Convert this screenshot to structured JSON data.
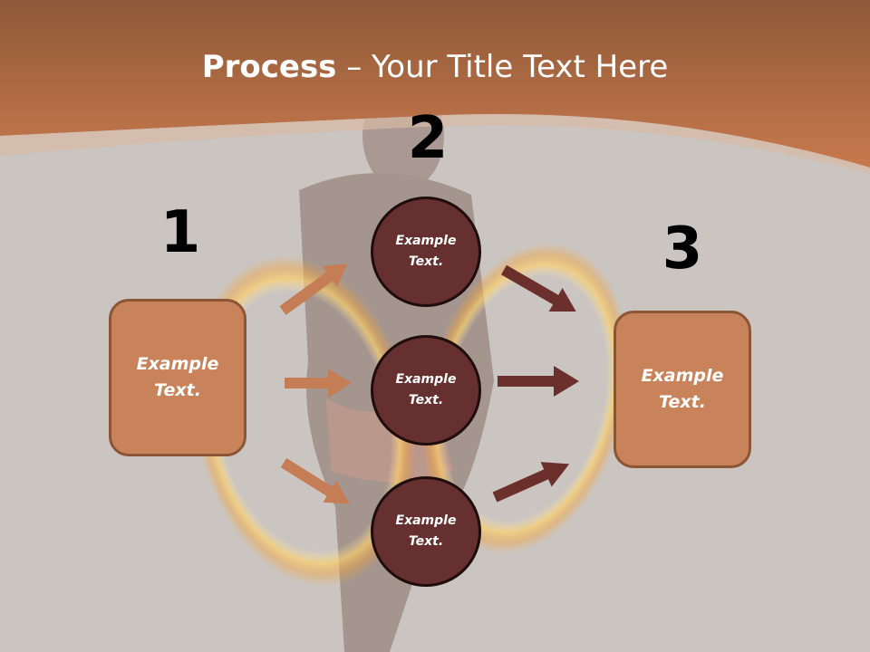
{
  "slide": {
    "title_bold": "Process",
    "title_rest": " – Your Title Text Here",
    "step1": {
      "number": "1",
      "text": "Example Text."
    },
    "step2": {
      "number": "2",
      "items": [
        "Example Text.",
        "Example Text.",
        "Example Text."
      ]
    },
    "step3": {
      "number": "3",
      "text": "Example Text."
    }
  },
  "colors": {
    "header": "#b96f47",
    "box_fill": "#c8835a",
    "circle_fill": "#65302f",
    "arrow_light": "#c57d55",
    "arrow_dark": "#6b2f2c"
  }
}
